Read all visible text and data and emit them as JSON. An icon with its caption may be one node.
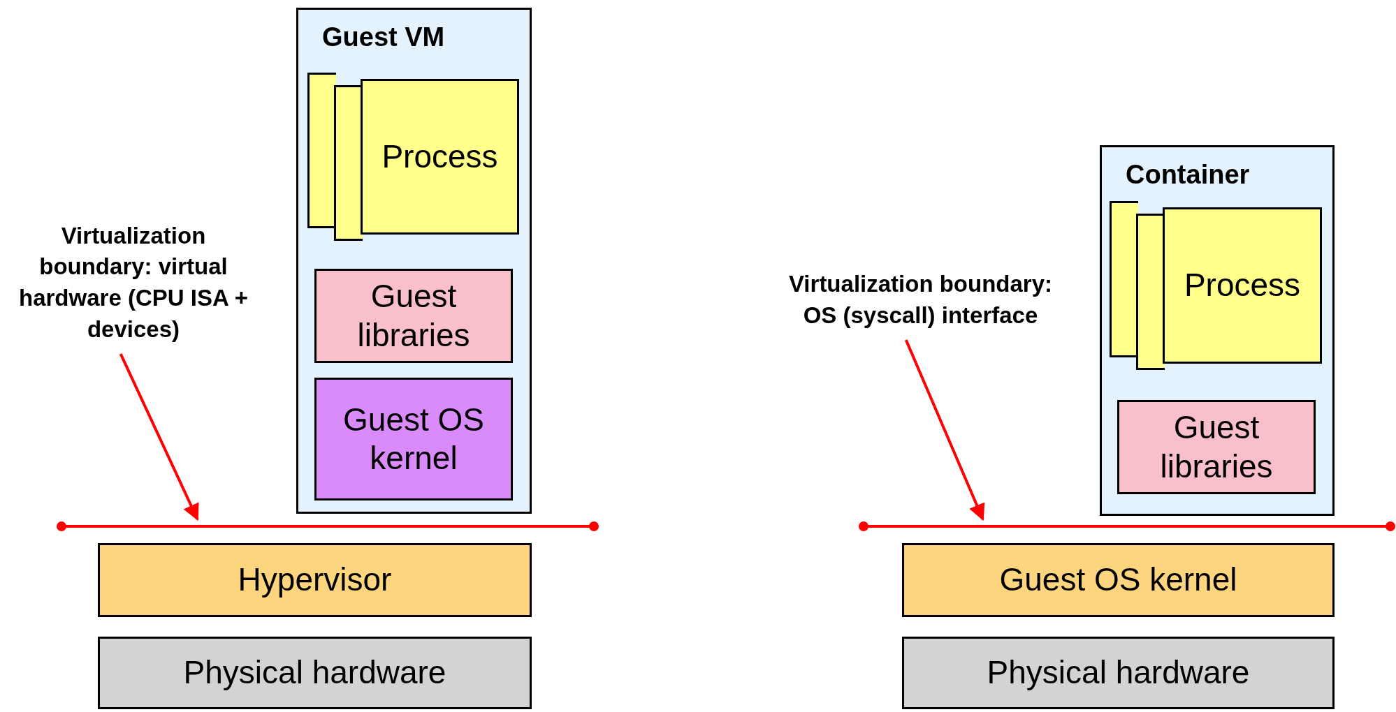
{
  "diagram": {
    "nodes": [
      {
        "text": [
          "Guest VM"
        ]
      },
      {
        "text": [],
        "shape": "box",
        "in": 0
      },
      {
        "text": [],
        "shape": "box",
        "in": 0
      },
      {
        "text": [
          "Process"
        ],
        "in": 0
      },
      {
        "text": [
          "Guest libraries"
        ],
        "in": 0
      },
      {
        "text": [
          "Guest OS kernel"
        ],
        "in": 0
      },
      {
        "text": [
          "Virtualization boundary: virtual hardware (CPU ISA + devices)"
        ]
      },
      {
        "text": [],
        "shape": "bar"
      },
      {
        "text": [
          "Hypervisor"
        ]
      },
      {
        "text": [
          "Physical hardware"
        ]
      },
      {
        "text": [
          "Container"
        ]
      },
      {
        "text": [],
        "shape": "box",
        "in": 10
      },
      {
        "text": [],
        "shape": "box",
        "in": 10
      },
      {
        "text": [
          "Process"
        ],
        "in": 10
      },
      {
        "text": [
          "Guest libraries"
        ],
        "in": 10
      },
      {
        "text": [
          "Virtualization boundary: OS (syscall) interface"
        ]
      },
      {
        "text": [],
        "shape": "bar"
      },
      {
        "text": [
          "Guest OS kernel"
        ]
      },
      {
        "text": [
          "Physical hardware"
        ]
      }
    ],
    "edges": [
      {
        "from": 6,
        "to": 7,
        "arrow": "to"
      },
      {
        "from": 15,
        "to": 16,
        "arrow": "to"
      }
    ]
  }
}
